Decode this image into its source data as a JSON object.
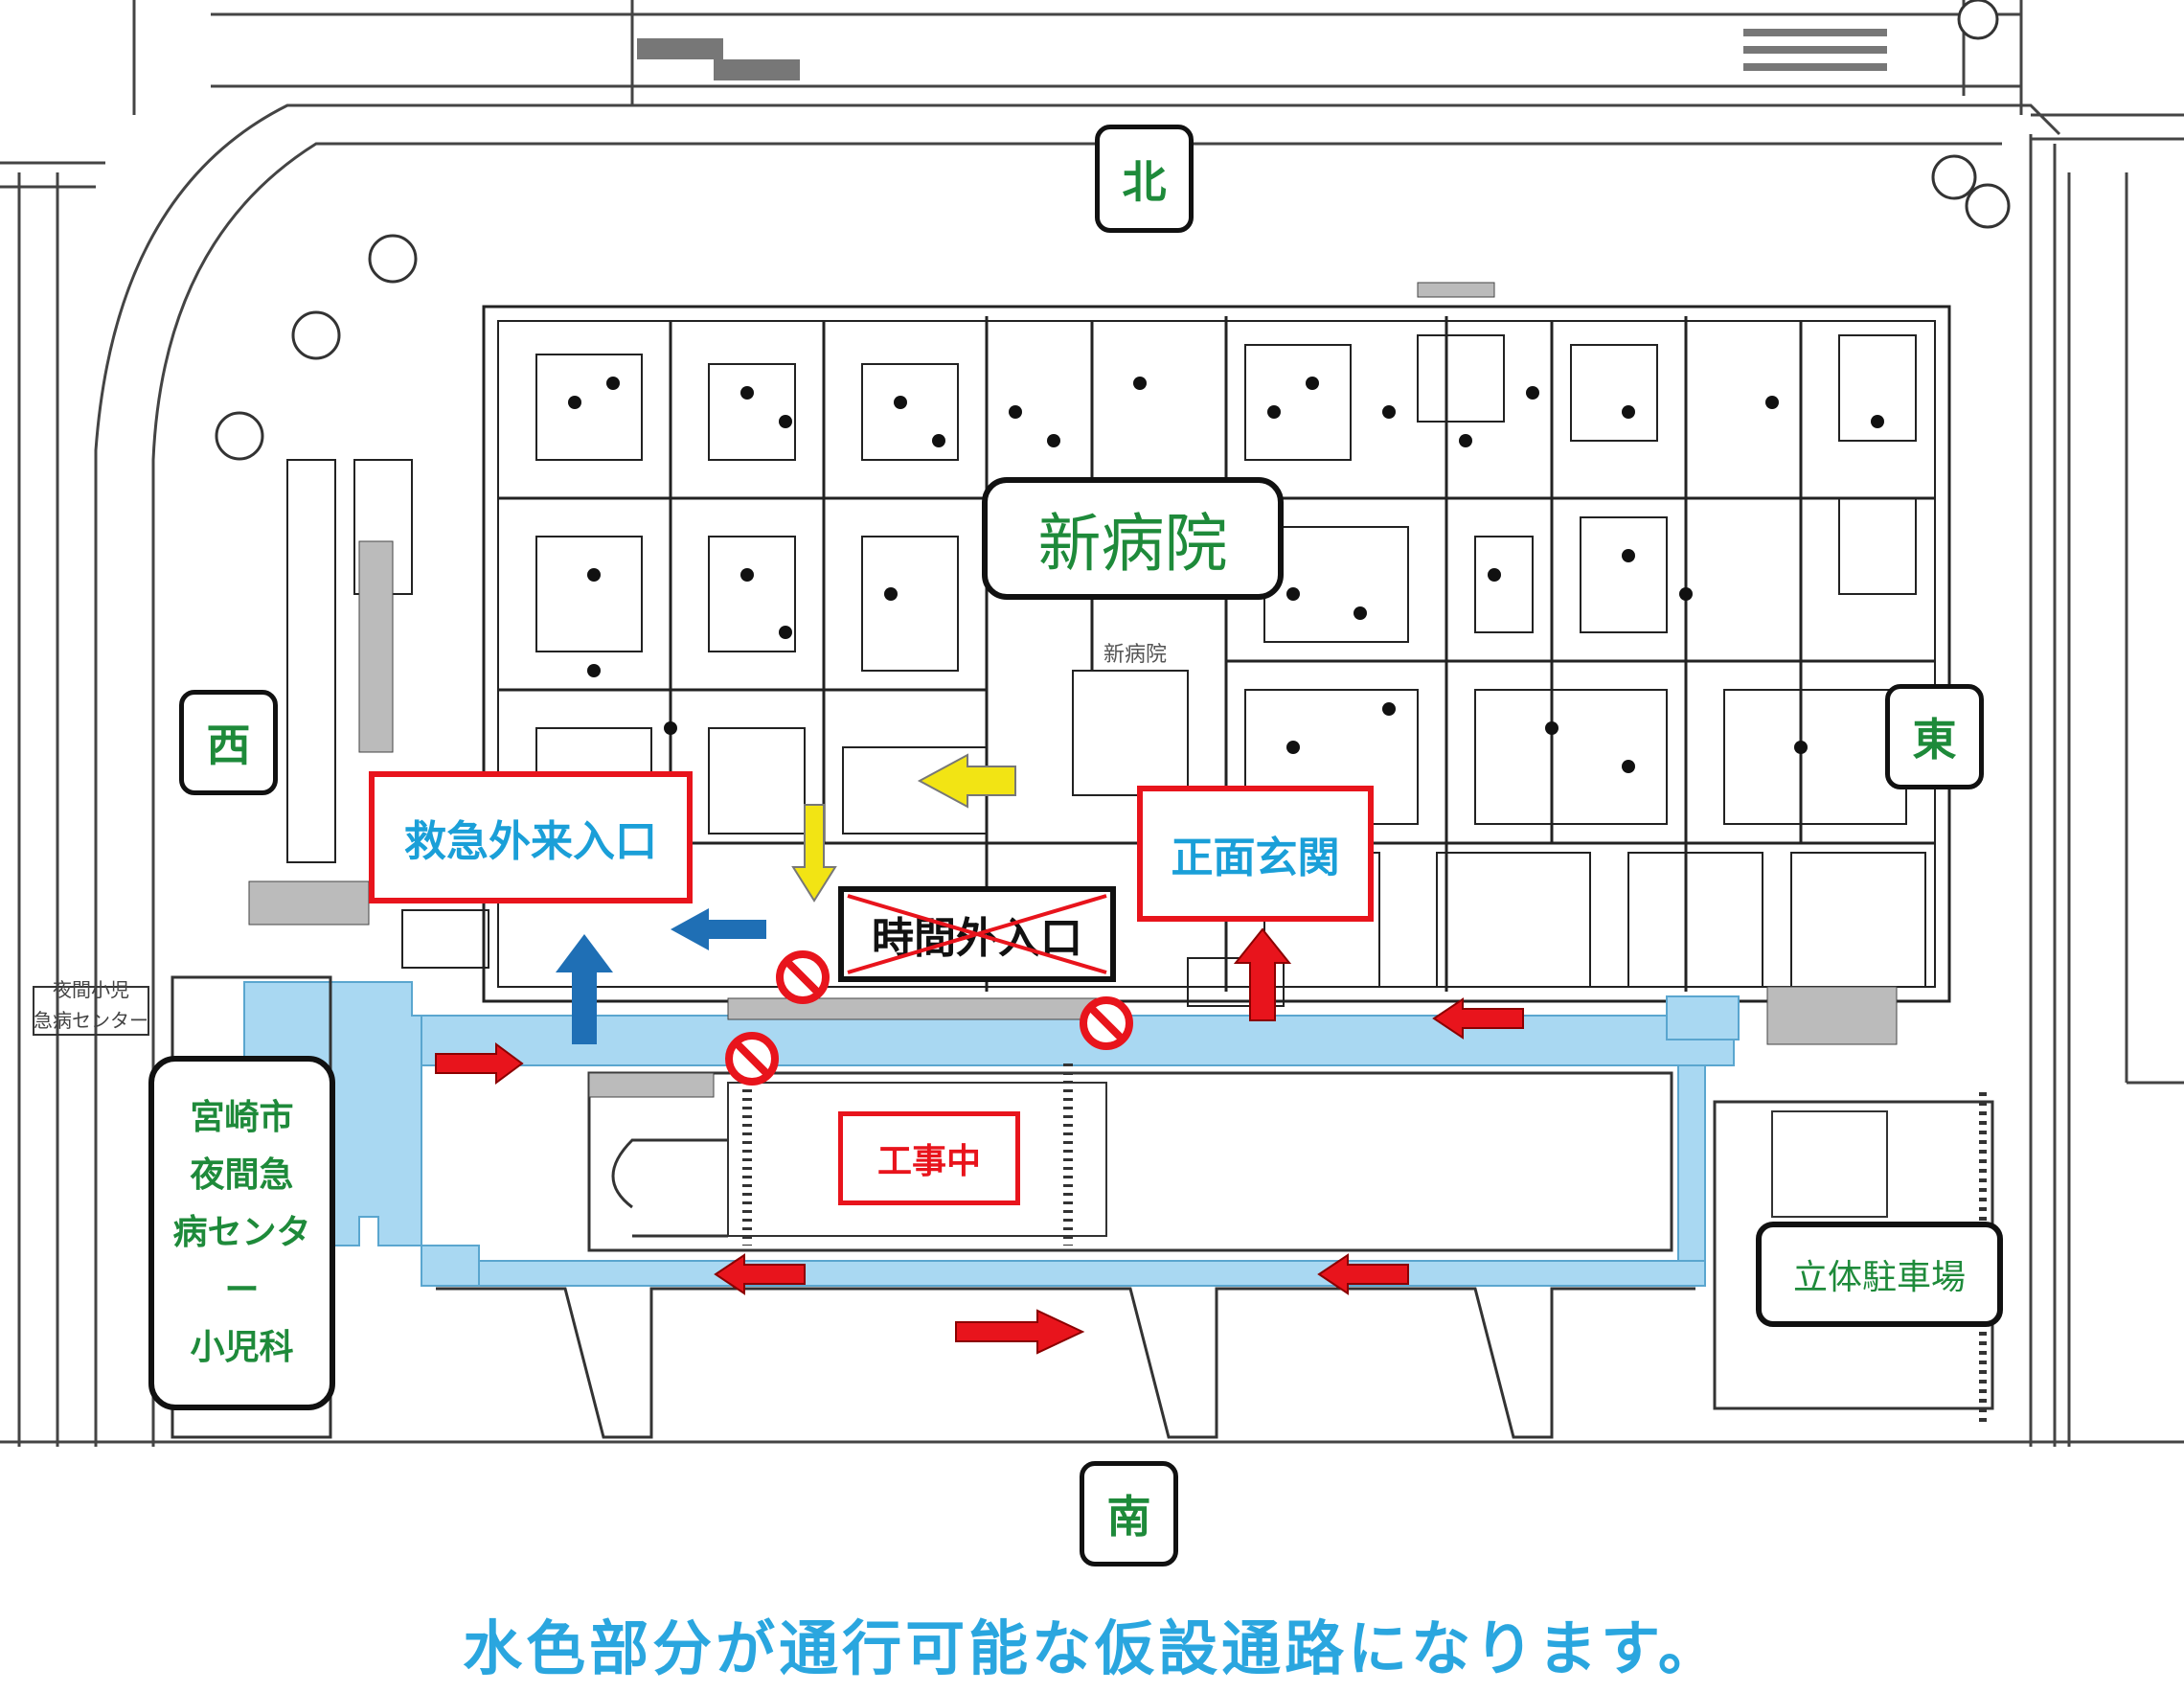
{
  "directions": {
    "north": "北",
    "south": "南",
    "east": "東",
    "west": "西"
  },
  "building_label": "新病院",
  "plan_building_label": "新病院",
  "emergency_entrance": "救急外来入口",
  "main_entrance": "正面玄関",
  "after_hours_entrance": {
    "label": "時間外入口",
    "status": "closed"
  },
  "construction": "工事中",
  "parking": "立体駐車場",
  "night_center": {
    "lines": [
      "宮崎市",
      "夜間急",
      "病センタ",
      "ー",
      "小児科"
    ]
  },
  "plan_night_center_label": [
    "夜間小児",
    "急病センター"
  ],
  "caption": "水色部分が通行可能な仮設通路になります。",
  "colors": {
    "passage": "#a9d8f2",
    "arrow_red": "#e8141c",
    "arrow_blue": "#1f6fb5",
    "arrow_yellow": "#f2e414",
    "label_green": "#1e8a3a",
    "label_blue": "#1a9fd8"
  }
}
